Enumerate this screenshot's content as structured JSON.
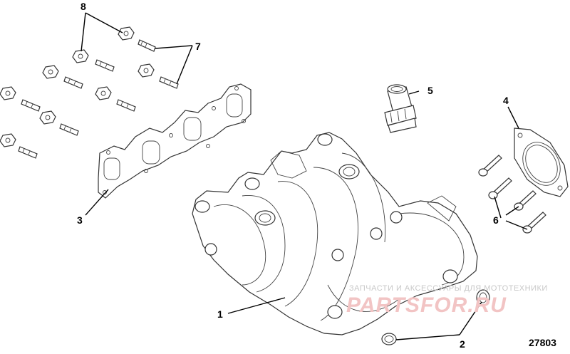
{
  "callouts": [
    {
      "id": "1",
      "label": "1"
    },
    {
      "id": "2",
      "label": "2"
    },
    {
      "id": "3",
      "label": "3"
    },
    {
      "id": "4",
      "label": "4"
    },
    {
      "id": "5",
      "label": "5"
    },
    {
      "id": "6",
      "label": "6"
    },
    {
      "id": "7",
      "label": "7"
    },
    {
      "id": "8",
      "label": "8"
    }
  ],
  "figure_number": "27803",
  "watermark": {
    "tagline": "ЗАПЧАСТИ И АКСЕССУАРЫ ДЛЯ МОТОТЕХНИКИ",
    "logo": "PARTSFOR.RU"
  }
}
